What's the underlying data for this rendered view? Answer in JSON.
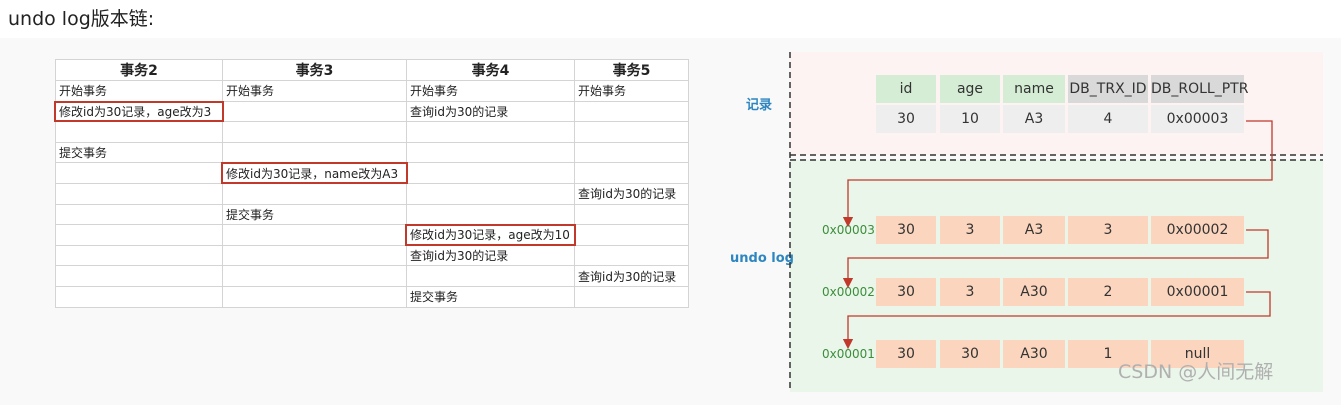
{
  "heading": "undo log版本链:",
  "table": {
    "headers": [
      "事务2",
      "事务3",
      "事务4",
      "事务5"
    ],
    "rows": [
      [
        {
          "t": "开始事务"
        },
        {
          "t": "开始事务"
        },
        {
          "t": "开始事务"
        },
        {
          "t": "开始事务"
        }
      ],
      [
        {
          "t": "修改id为30记录，age改为3",
          "hl": true
        },
        {
          "t": ""
        },
        {
          "t": "查询id为30的记录"
        },
        {
          "t": ""
        }
      ],
      [
        {
          "t": ""
        },
        {
          "t": ""
        },
        {
          "t": ""
        },
        {
          "t": ""
        }
      ],
      [
        {
          "t": "提交事务"
        },
        {
          "t": ""
        },
        {
          "t": ""
        },
        {
          "t": ""
        }
      ],
      [
        {
          "t": ""
        },
        {
          "t": "修改id为30记录，name改为A3",
          "hl": true
        },
        {
          "t": ""
        },
        {
          "t": ""
        }
      ],
      [
        {
          "t": ""
        },
        {
          "t": ""
        },
        {
          "t": ""
        },
        {
          "t": "查询id为30的记录"
        }
      ],
      [
        {
          "t": ""
        },
        {
          "t": "提交事务"
        },
        {
          "t": ""
        },
        {
          "t": ""
        }
      ],
      [
        {
          "t": ""
        },
        {
          "t": ""
        },
        {
          "t": "修改id为30记录，age改为10",
          "hl": true
        },
        {
          "t": ""
        }
      ],
      [
        {
          "t": ""
        },
        {
          "t": ""
        },
        {
          "t": "查询id为30的记录"
        },
        {
          "t": ""
        }
      ],
      [
        {
          "t": ""
        },
        {
          "t": ""
        },
        {
          "t": ""
        },
        {
          "t": "查询id为30的记录"
        }
      ],
      [
        {
          "t": ""
        },
        {
          "t": ""
        },
        {
          "t": "提交事务"
        },
        {
          "t": ""
        }
      ]
    ]
  },
  "diagram": {
    "record_label": "记录",
    "undo_label": "undo log",
    "columns": [
      "id",
      "age",
      "name",
      "DB_TRX_ID",
      "DB_ROLL_PTR"
    ],
    "record": [
      "30",
      "10",
      "A3",
      "4",
      "0x00003"
    ],
    "undo_entries": [
      {
        "addr": "0x00003",
        "values": [
          "30",
          "3",
          "A3",
          "3",
          "0x00002"
        ]
      },
      {
        "addr": "0x00002",
        "values": [
          "30",
          "3",
          "A30",
          "2",
          "0x00001"
        ]
      },
      {
        "addr": "0x00001",
        "values": [
          "30",
          "30",
          "A30",
          "1",
          "null"
        ]
      }
    ]
  },
  "colors": {
    "highlight_border": "#c0392b",
    "arrow": "#c0392b",
    "label_blue": "#2e86c1",
    "addr_green": "#3c8d3c"
  },
  "watermark": "CSDN @人间无解"
}
